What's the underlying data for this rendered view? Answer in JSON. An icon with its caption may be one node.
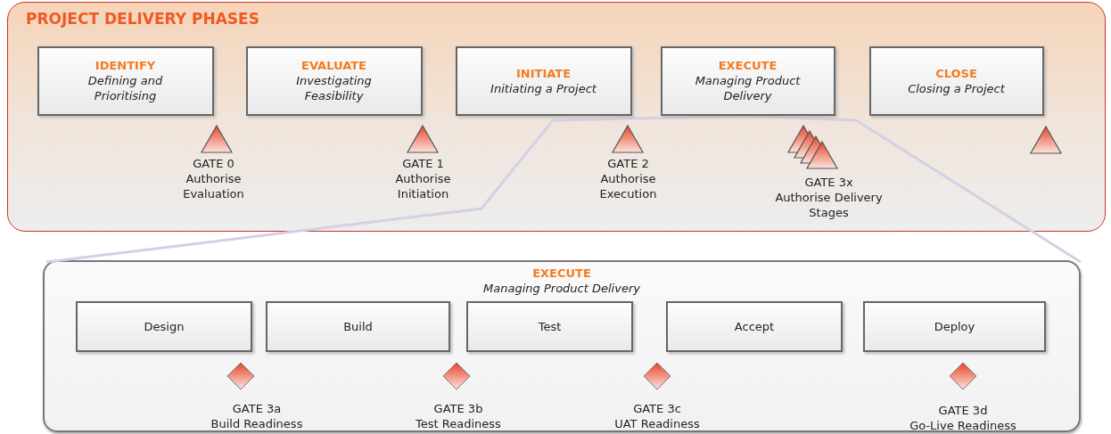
{
  "diagram": {
    "nodes": [
      {
        "text": [
          "PROJECT DELIVERY PHASES"
        ]
      },
      {
        "text": [
          "IDENTIFY",
          "Defining and Prioritising"
        ],
        "in": 0
      },
      {
        "text": [
          "EVALUATE",
          "Investigating Feasibility"
        ],
        "in": 0
      },
      {
        "text": [
          "INITIATE",
          "Initiating a Project"
        ],
        "in": 0
      },
      {
        "text": [
          "EXECUTE",
          "Managing Product Delivery"
        ],
        "in": 0
      },
      {
        "text": [
          "CLOSE",
          "Closing a Project"
        ],
        "in": 0
      },
      {
        "text": [],
        "shape": "triangle",
        "in": 0,
        "beside": [
          "GATE 0",
          "Authorise Evaluation"
        ]
      },
      {
        "text": [],
        "shape": "triangle",
        "in": 0,
        "beside": [
          "GATE 1",
          "Authorise Initiation"
        ]
      },
      {
        "text": [],
        "shape": "triangle",
        "in": 0,
        "beside": [
          "GATE 2",
          "Authorise Execution"
        ]
      },
      {
        "text": [],
        "shape": "triangle",
        "in": 0,
        "beside": [
          "GATE 3x",
          "Authorise Delivery Stages"
        ]
      },
      {
        "text": [],
        "shape": "triangle",
        "in": 0
      },
      {
        "text": [
          "EXECUTE",
          "Managing Product Delivery"
        ]
      },
      {
        "text": [
          "Design"
        ],
        "in": 11
      },
      {
        "text": [
          "Build"
        ],
        "in": 11
      },
      {
        "text": [
          "Test"
        ],
        "in": 11
      },
      {
        "text": [
          "Accept"
        ],
        "in": 11
      },
      {
        "text": [
          "Deploy"
        ],
        "in": 11
      },
      {
        "text": [],
        "shape": "diamond",
        "in": 11,
        "beside": [
          "GATE 3a",
          "Build Readiness"
        ]
      },
      {
        "text": [],
        "shape": "diamond",
        "in": 11,
        "beside": [
          "GATE 3b",
          "Test Readiness"
        ]
      },
      {
        "text": [],
        "shape": "diamond",
        "in": 11,
        "beside": [
          "GATE 3c",
          "UAT Readiness"
        ]
      },
      {
        "text": [],
        "shape": "diamond",
        "in": 11,
        "beside": [
          "GATE 3d",
          "Go-Live Readiness"
        ]
      }
    ],
    "edges": [
      {
        "from": 4,
        "to": 11,
        "arrow": "none",
        "color": "#d6cfe4"
      },
      {
        "from": 4,
        "to": 11,
        "arrow": "none",
        "color": "#d6cfe4"
      }
    ]
  }
}
